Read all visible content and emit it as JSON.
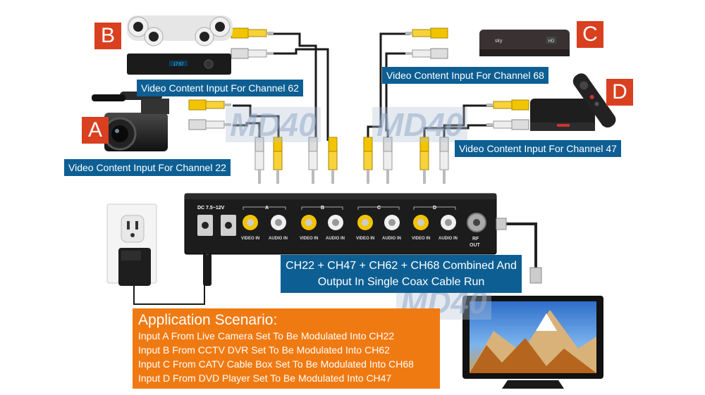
{
  "labels": {
    "ch62": "Video Content Input For Channel 62",
    "ch68": "Video Content Input For Channel 68",
    "ch22": "Video Content Input For Channel 22",
    "ch47": "Video Content Input For Channel 47",
    "combined_line1": "CH22 + CH47 + CH62 + CH68 Combined And",
    "combined_line2": "Output In Single Coax Cable Run"
  },
  "letters": {
    "a": "A",
    "b": "B",
    "c": "C",
    "d": "D"
  },
  "watermark": "MD40",
  "scenario": {
    "title": "Application Scenario:",
    "lines": [
      "Input A From Live Camera Set To Be Modulated Into CH22",
      "Input B From CCTV DVR Set To Be Modulated Into CH62",
      "Input C From CATV Cable Box Set To Be Modulated Into CH68",
      "Input D From DVD Player Set To Be Modulated Into CH47"
    ]
  },
  "device": {
    "power_label": "DC 7.5~12V",
    "video_in": "VIDEO IN",
    "audio_in": "AUDIO IN",
    "rf_out_1": "RF",
    "rf_out_2": "OUT",
    "group_labels": [
      "A",
      "B",
      "C",
      "D"
    ],
    "dvr_display": "17:57",
    "sky_brand": "sky",
    "hd_badge": "HD"
  },
  "colors": {
    "label_bg": "#0d5f93",
    "letter_bg": "#d9401f",
    "scenario_bg": "#f07a12",
    "rca_yellow": "#f2c400",
    "rca_white": "#e8e8e8"
  }
}
